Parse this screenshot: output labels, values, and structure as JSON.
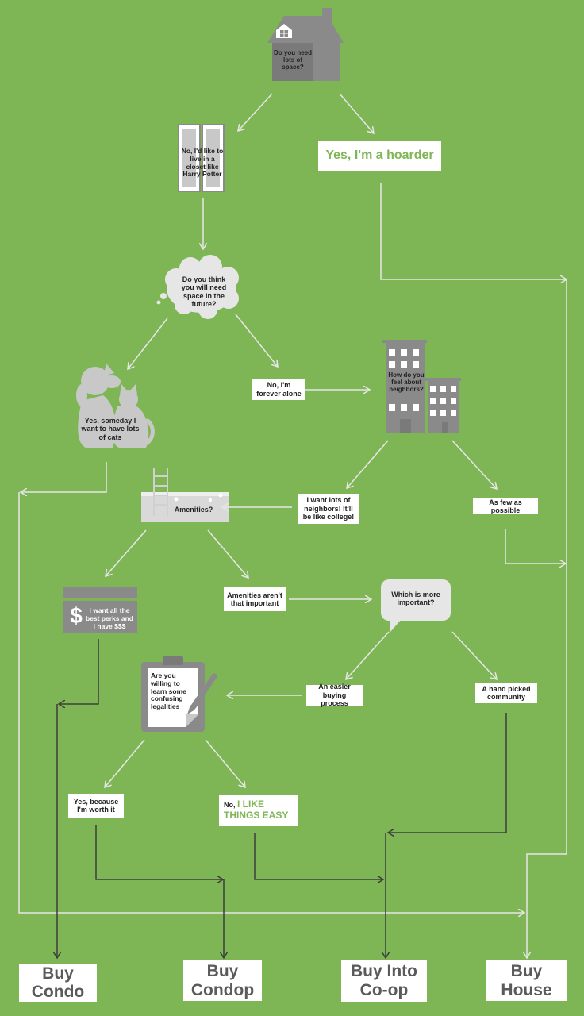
{
  "questions": {
    "space": "Do you need lots of space?",
    "future": "Do you think you will need space in the future?",
    "neighbors": "How do you feel about neighbors?",
    "amenities": "Amenities?",
    "important": "Which is more important?",
    "legal": "Are you willing to learn some confusing legalities"
  },
  "answers": {
    "closet": "No, I'd like to live in a closet like Harry Potter",
    "hoarder": "Yes, I'm a hoarder",
    "cats": "Yes, someday I want to have lots of cats",
    "alone": "No, I'm forever alone",
    "lots_neighbors": "I want lots of neighbors! It'll be like college!",
    "few": "As few as possible",
    "perks": "I want all the best perks and I have $$$",
    "dollar": "$",
    "not_important": "Amenities aren't that important",
    "easier": "An easier buying process",
    "handpicked": "A hand picked community",
    "worth": "Yes, because I'm worth it",
    "easy_prefix": "No,",
    "easy_highlight": "I LIKE THINGS EASY"
  },
  "outcomes": {
    "condo": "Buy Condo",
    "condop": "Buy Condop",
    "coop": "Buy Into Co-op",
    "house": "Buy House"
  },
  "colors": {
    "background": "#7fb655",
    "icon_gray": "#8a8a8b",
    "light_gray": "#c8c8c8",
    "arrow_light": "#e6e6e6",
    "arrow_dark": "#3d3d3d",
    "accent_green": "#7fb655"
  }
}
